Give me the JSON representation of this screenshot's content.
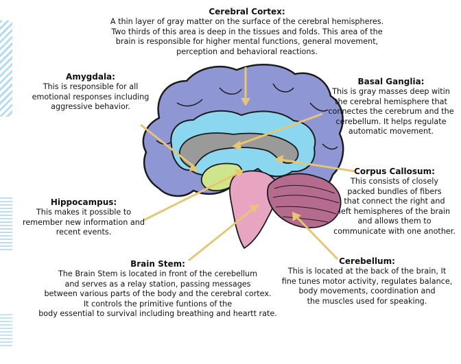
{
  "labels": {
    "cerebral_cortex": {
      "title": "Cerebral Cortex:",
      "lines": [
        "A thin layer of gray matter on the surface of the cerebral hemispheres.",
        "Two thirds of this area is deep in the tissues and folds. This area of the",
        "brain is responsible for higher mental functions, general movement,",
        "perception and behavioral reactions."
      ]
    },
    "amygdala": {
      "title": "Amygdala:",
      "lines": [
        "This is responsible for all",
        "emotional responses including",
        "aggressive behavior."
      ]
    },
    "basal_ganglia": {
      "title": "Basal Ganglia:",
      "lines": [
        "This is gray masses deep witin",
        "the cerebral hemisphere that",
        "connectes the cerebrum and the",
        "cerebellum. It helps regulate",
        "automatic movement."
      ]
    },
    "corpus_callosum": {
      "title": "Corpus Callosum:",
      "lines": [
        "This consists of closely",
        "packed bundles of fibers",
        "that connect the right and",
        "left hemispheres of the brain",
        "and allows them to",
        "communicate with one another."
      ]
    },
    "hippocampus": {
      "title": "Hippocampus:",
      "lines": [
        "This makes it possible to",
        "remember new information and",
        "recent events."
      ]
    },
    "brain_stem": {
      "title": "Brain Stem:",
      "lines": [
        "The Brain Stem is located in front of the cerebellum",
        "and serves as a relay station, passing messages",
        "between various parts of the body and the cerebral cortex.",
        "It controls the primitive funtions of the",
        "body essential to survival including breathing and heartt rate."
      ]
    },
    "cerebellum": {
      "title": "Cerebellum:",
      "lines": [
        "This is located at the back of the brain, It",
        "fine tunes motor activity, regulates balance,",
        "body movements, coordination and",
        "the muscles used for speaking."
      ]
    }
  },
  "colors": {
    "cortex": "#8f96d4",
    "inner_cortex": "#8ad7ef",
    "corpus_callosum": "#9a9a9a",
    "thalamus": "#cfe58c",
    "brain_stem": "#e7a5c2",
    "cerebellum": "#b56b8e",
    "arrow": "#e8c571",
    "outline": "#1a1a1a"
  }
}
